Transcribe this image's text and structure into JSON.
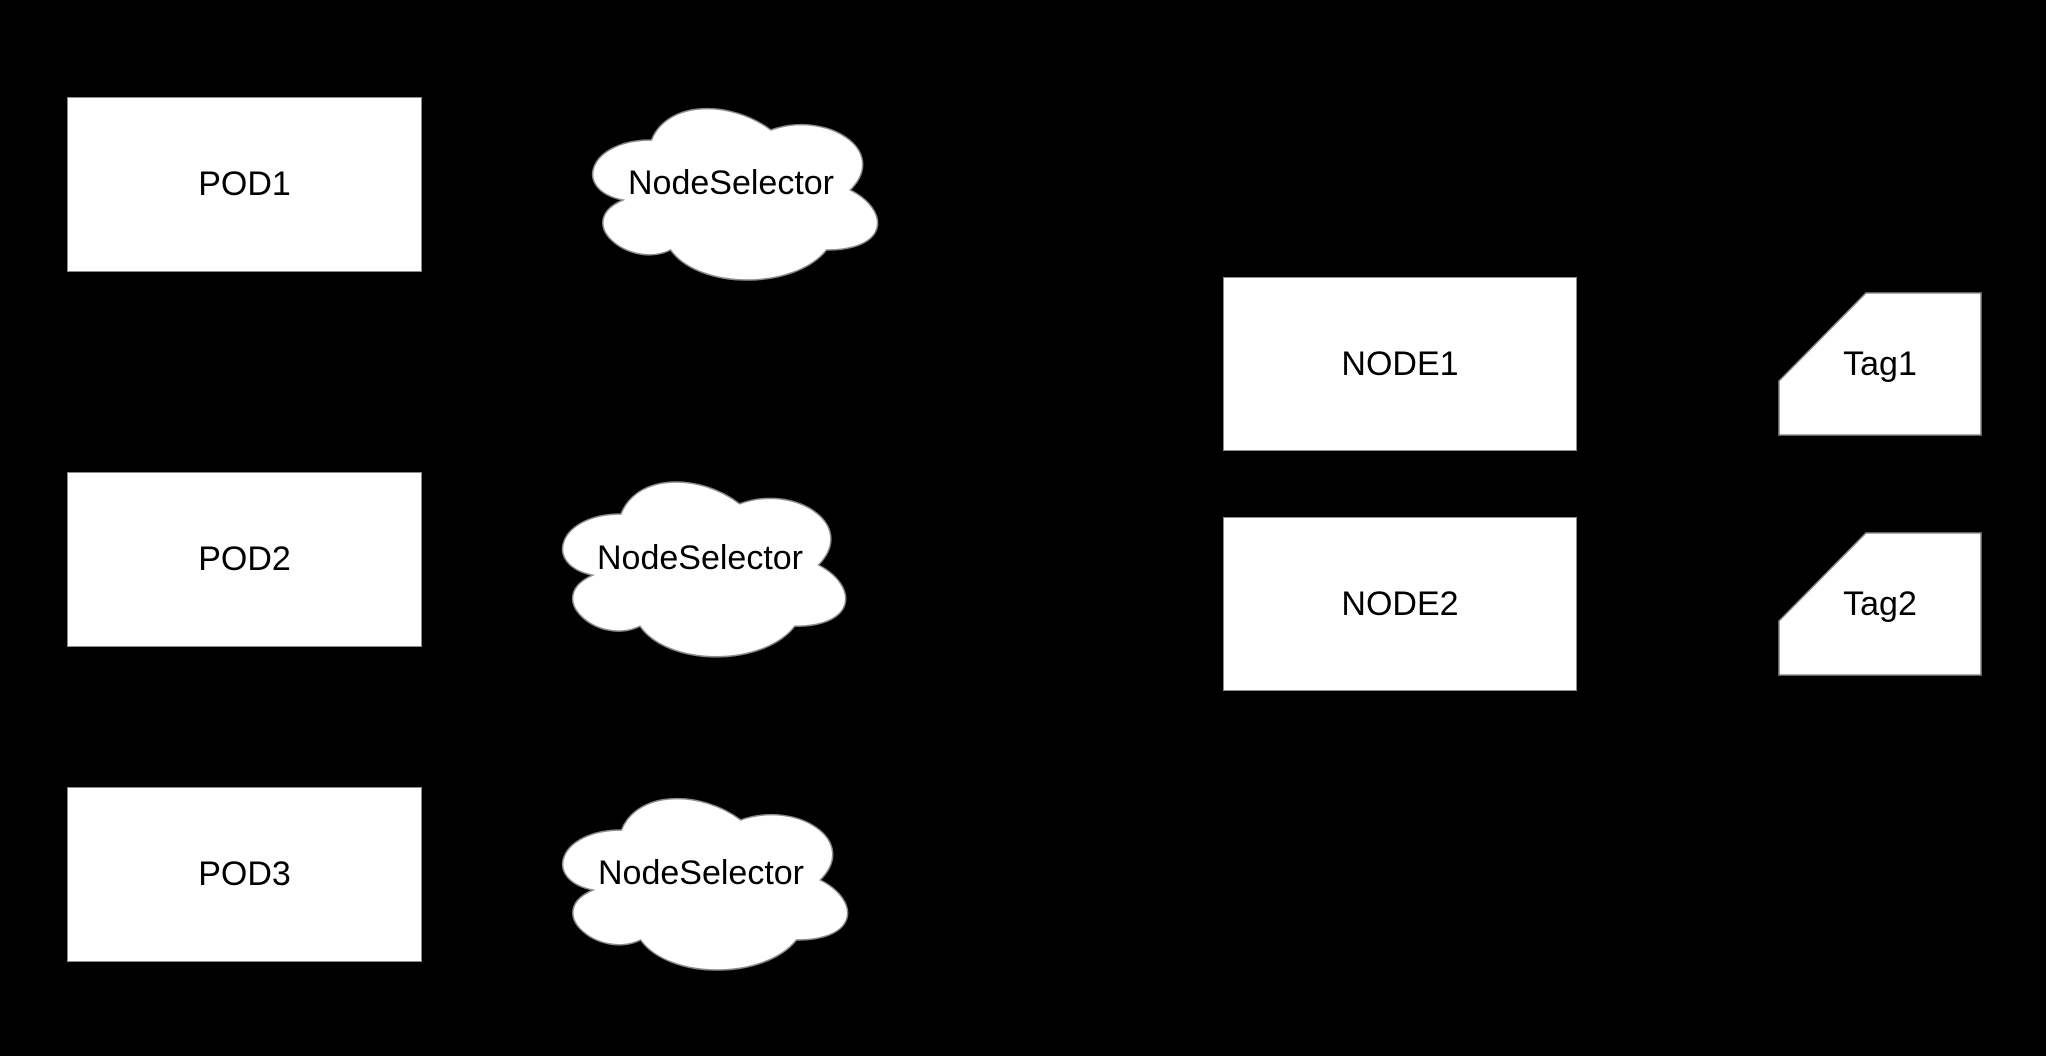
{
  "styles": {
    "background": "#000000",
    "shape_fill": "#ffffff",
    "shape_stroke": "#8b8b8b",
    "label_color": "#000000"
  },
  "pods": [
    {
      "label": "POD1"
    },
    {
      "label": "POD2"
    },
    {
      "label": "POD3"
    }
  ],
  "node_selectors": [
    {
      "label": "NodeSelector"
    },
    {
      "label": "NodeSelector"
    },
    {
      "label": "NodeSelector"
    }
  ],
  "nodes": [
    {
      "label": "NODE1"
    },
    {
      "label": "NODE2"
    }
  ],
  "tags": [
    {
      "label": "Tag1"
    },
    {
      "label": "Tag2"
    }
  ]
}
